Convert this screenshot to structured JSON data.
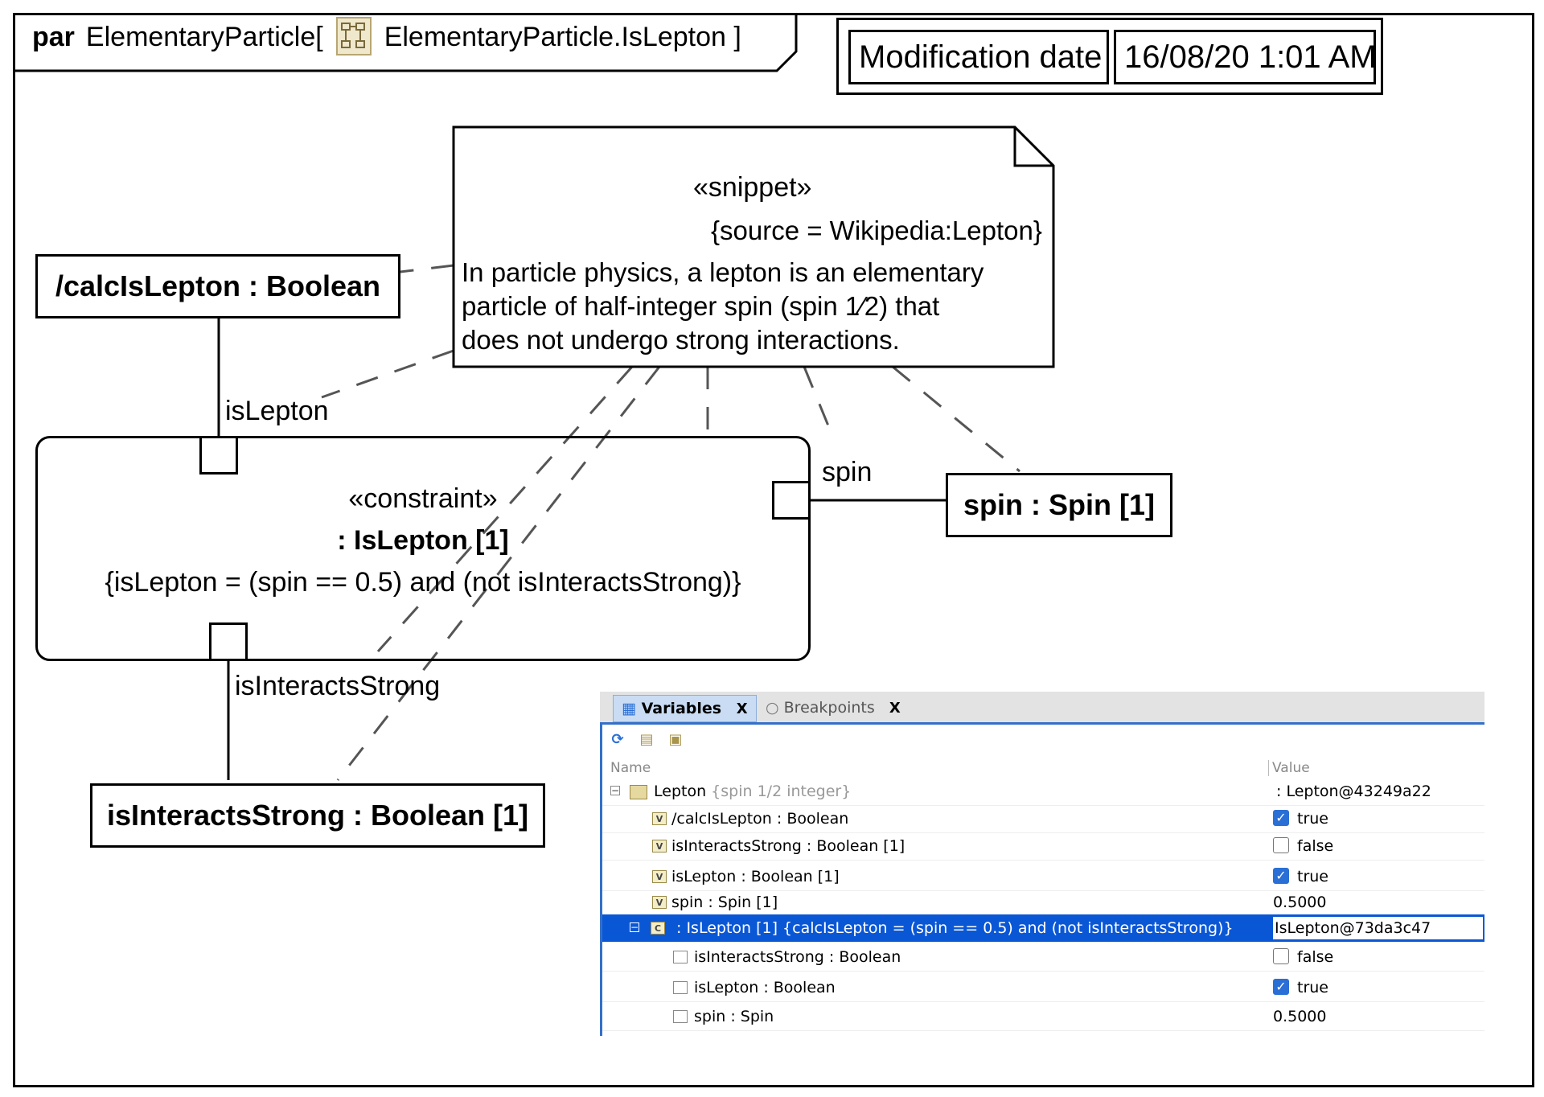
{
  "frame": {
    "keyword": "par",
    "name_prefix": "ElementaryParticle[",
    "name_suffix": "ElementaryParticle.IsLepton ]"
  },
  "modification": {
    "label": "Modification date",
    "value": "16/08/20 1:01 AM"
  },
  "snippet": {
    "stereotype": "«snippet»",
    "tag": "{source = Wikipedia:Lepton}",
    "lines": [
      "In particle physics, a lepton is an elementary",
      "particle of half-integer spin (spin 1⁄2) that",
      "does not undergo strong interactions."
    ]
  },
  "parts": {
    "calc": "/calcIsLepton : Boolean",
    "spin": "spin : Spin [1]",
    "strong": "isInteractsStrong : Boolean [1]"
  },
  "constraint": {
    "stereotype": "«constraint»",
    "name": ": IsLepton [1]",
    "expression": "{isLepton = (spin == 0.5) and (not isInteractsStrong)}"
  },
  "connectors": {
    "isLepton": "isLepton",
    "spin": "spin",
    "isInteractsStrong": "isInteractsStrong"
  },
  "panel": {
    "tabs": [
      {
        "label": "Variables",
        "close": "X"
      },
      {
        "label": "Breakpoints",
        "close": "X"
      }
    ],
    "columns": {
      "name": "Name",
      "value": "Value"
    },
    "root": {
      "name": "Lepton",
      "note": "{spin 1/2 integer}",
      "value": ": Lepton@43249a22"
    },
    "rows": [
      {
        "icon": "V",
        "name": "/calcIsLepton : Boolean",
        "value": "true",
        "checked": true
      },
      {
        "icon": "V",
        "name": "isInteractsStrong : Boolean [1]",
        "value": "false",
        "checked": false
      },
      {
        "icon": "V",
        "name": "isLepton : Boolean [1]",
        "value": "true",
        "checked": true
      },
      {
        "icon": "V",
        "name": "spin : Spin [1]",
        "value": "0.5000"
      }
    ],
    "selected": {
      "icon": "C",
      "name": ": IsLepton [1] {calcIsLepton = (spin == 0.5) and (not isInteractsStrong)}",
      "value": "IsLepton@73da3c47"
    },
    "children": [
      {
        "name": "isInteractsStrong : Boolean",
        "value": "false",
        "checked": false
      },
      {
        "name": "isLepton : Boolean",
        "value": "true",
        "checked": true
      },
      {
        "name": "spin : Spin",
        "value": "0.5000"
      }
    ]
  }
}
